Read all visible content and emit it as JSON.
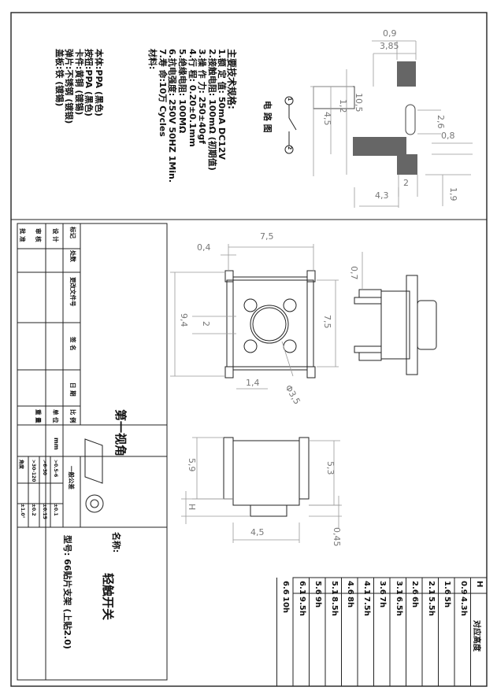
{
  "spec": {
    "heading": "主要技术规格:",
    "lines": [
      "1.额 定 值: 50mA DC12V",
      "2.接触电阻: 100mΩ (初期值)",
      "3.操 作 力: 250±40gf",
      "4.行   程: 0.20±0.1mm",
      "5.绝缘电阻: 100MΩ",
      "6.抗电强度: 250V 50HZ 1Min.",
      "7.寿   命:10万 Cycles"
    ],
    "material_heading": "材料:",
    "materials": [
      "本体:PPA (黑色)",
      "按钮:PPA (黑色)",
      "卡件:黄铜 (镀锡)",
      "弹片:不锈钢 (镀银)",
      "盖板:铁 (镀锡)"
    ]
  },
  "circuit_label": "电 路 图",
  "circuit_pins": [
    "1",
    "2"
  ],
  "dims": {
    "pad": [
      "0,9",
      "3,85",
      "1,2",
      "10,5",
      "4,5",
      "2,6",
      "0,8",
      "2",
      "4,3",
      "1,9"
    ],
    "top": [
      "0,4",
      "7,5",
      "9,4",
      "2",
      "7,5",
      "1,4",
      "Φ3,5"
    ],
    "side": [
      "0,7"
    ],
    "front": [
      "5,9",
      "5,3",
      "H",
      "4,5",
      "0,45"
    ]
  },
  "title_block": {
    "rev_header": [
      "标记",
      "处数",
      "更改文件号",
      "签 名",
      "日 期"
    ],
    "roles": [
      "设 计",
      "审 核",
      "批 准"
    ],
    "scale_header": [
      "比 例",
      "单 位",
      "重 量"
    ],
    "unit": "mm",
    "projection": "第一视角",
    "tolerance_header": "一般公差",
    "tolerances": [
      [
        ">0.5-6",
        "±0.1"
      ],
      [
        ">6-30",
        "±0.15"
      ],
      [
        ">30-120",
        "±0.2"
      ],
      [
        "角度",
        "±1.0°"
      ]
    ],
    "name_label": "名称:",
    "product_name": "轻触开关",
    "model": "型号: 66贴片支架 (上贴2.0)"
  },
  "height_table": {
    "headers": [
      "H",
      "对应高度"
    ],
    "rows": [
      [
        "0.9",
        "4.3h"
      ],
      [
        "1.6",
        "5h"
      ],
      [
        "2.1",
        "5.5h"
      ],
      [
        "2.6",
        "6h"
      ],
      [
        "3.1",
        "6.5h"
      ],
      [
        "3.6",
        "7h"
      ],
      [
        "4.1",
        "7.5h"
      ],
      [
        "4.6",
        "8h"
      ],
      [
        "5.1",
        "8.5h"
      ],
      [
        "5.6",
        "9h"
      ],
      [
        "6.1",
        "9.5h"
      ],
      [
        "6.6",
        "10h"
      ]
    ]
  }
}
